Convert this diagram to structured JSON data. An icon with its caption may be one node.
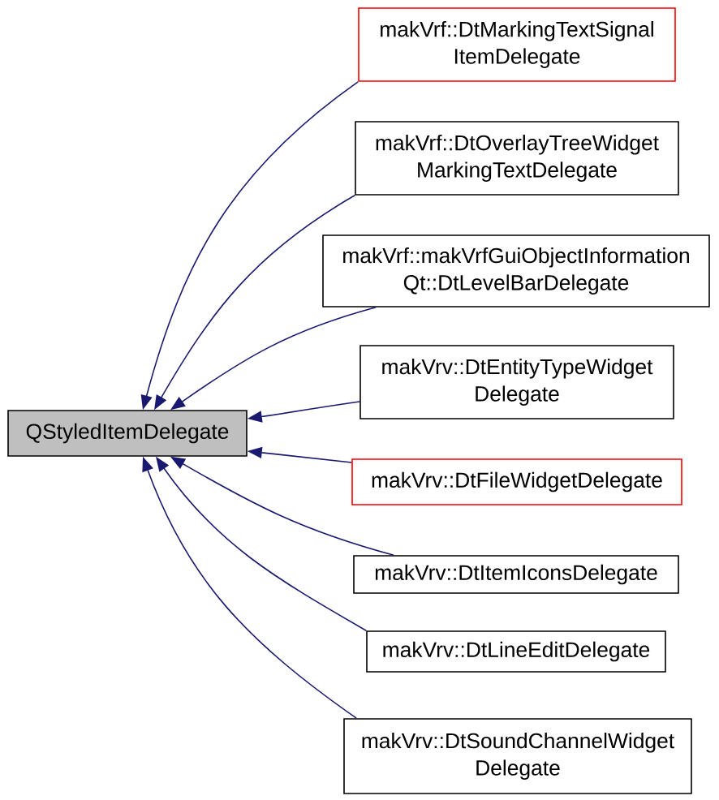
{
  "diagram": {
    "nodes": [
      {
        "text": [
          "QStyledItemDelegate"
        ]
      },
      {
        "text": [
          "makVrf::DtMarkingTextSignal ItemDelegate"
        ]
      },
      {
        "text": [
          "makVrf::DtOverlayTreeWidget MarkingTextDelegate"
        ]
      },
      {
        "text": [
          "makVrf::makVrfGuiObjectInformation Qt::DtLevelBarDelegate"
        ]
      },
      {
        "text": [
          "makVrv::DtEntityTypeWidget Delegate"
        ]
      },
      {
        "text": [
          "makVrv::DtFileWidgetDelegate"
        ]
      },
      {
        "text": [
          "makVrv::DtItemIconsDelegate"
        ]
      },
      {
        "text": [
          "makVrv::DtLineEditDelegate"
        ]
      },
      {
        "text": [
          "makVrv::DtSoundChannelWidget Delegate"
        ]
      }
    ],
    "edges": [
      {
        "from": 1,
        "to": 0,
        "arrow": "to"
      },
      {
        "from": 2,
        "to": 0,
        "arrow": "to"
      },
      {
        "from": 3,
        "to": 0,
        "arrow": "to"
      },
      {
        "from": 4,
        "to": 0,
        "arrow": "to"
      },
      {
        "from": 5,
        "to": 0,
        "arrow": "to"
      },
      {
        "from": 6,
        "to": 0,
        "arrow": "to"
      },
      {
        "from": 7,
        "to": 0,
        "arrow": "to"
      },
      {
        "from": 8,
        "to": 0,
        "arrow": "to"
      }
    ]
  }
}
